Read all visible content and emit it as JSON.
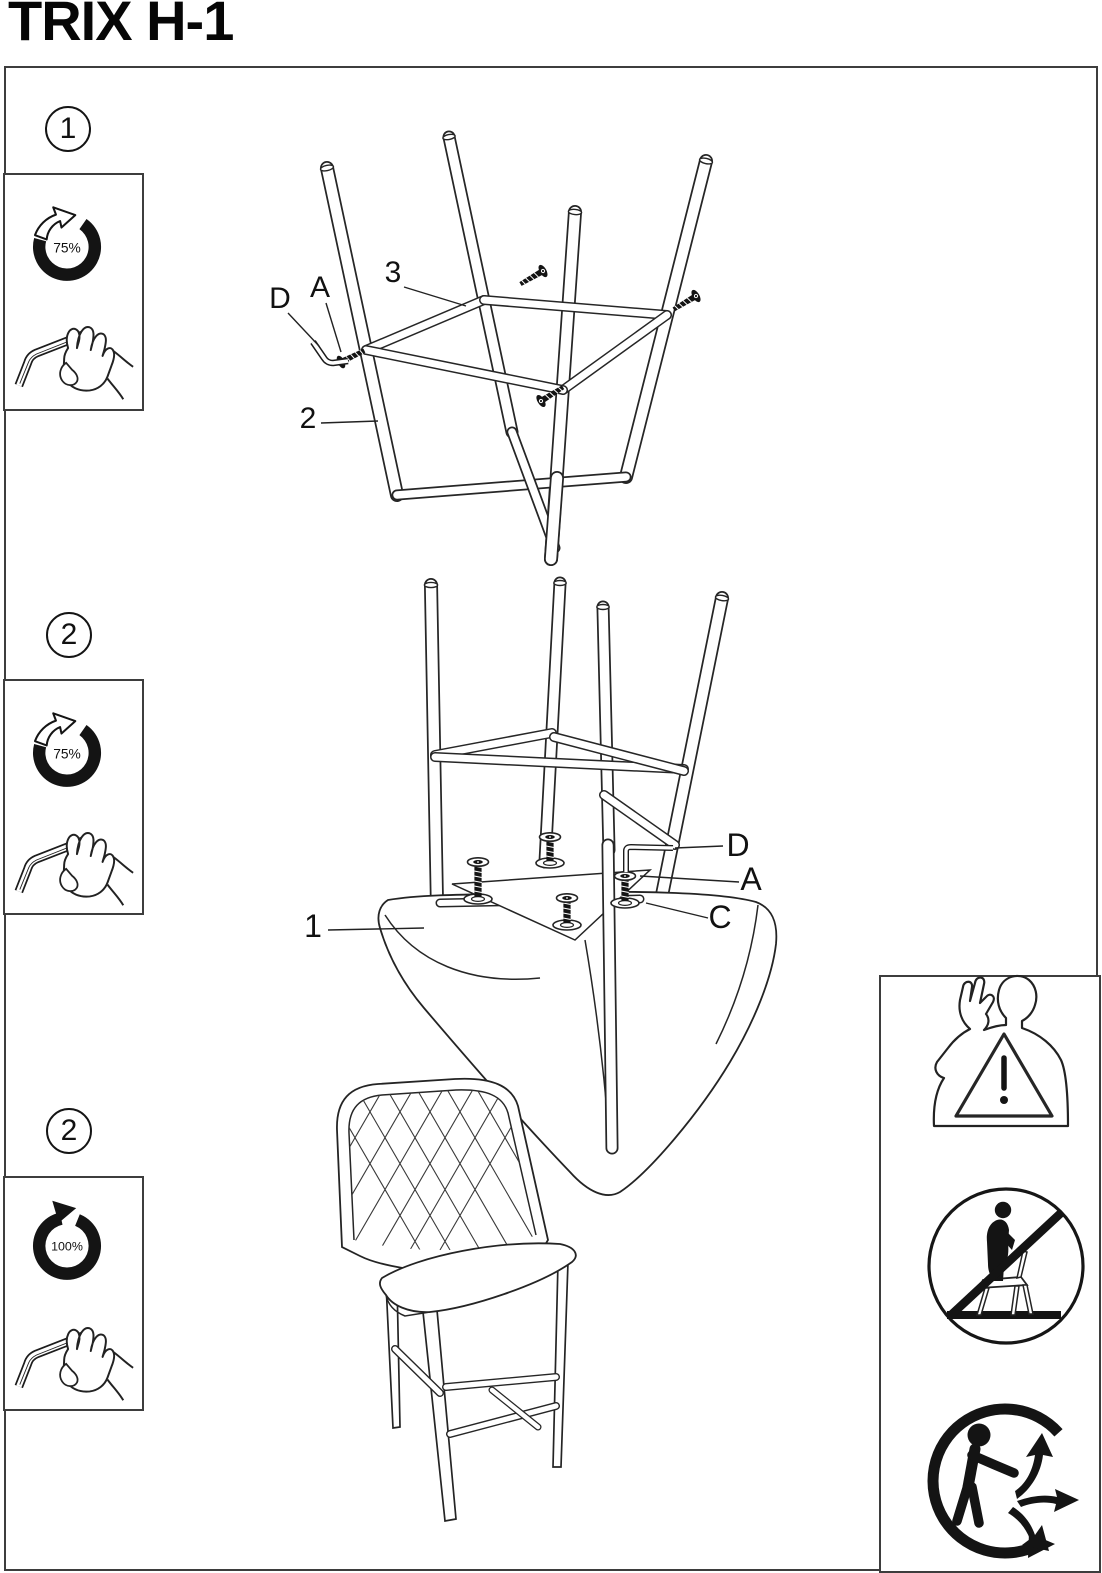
{
  "title": "TRIX H-1",
  "steps": [
    {
      "badge": "1",
      "torque_label": "75%",
      "tool": "allen-key-hand"
    },
    {
      "badge": "2",
      "torque_label": "75%",
      "tool": "allen-key-hand"
    },
    {
      "badge": "2",
      "torque_label": "100%",
      "tool": "allen-key-hand"
    }
  ],
  "diagram1": {
    "label_tool": "D",
    "label_screw": "A",
    "label_stretcher": "3",
    "label_leg": "2"
  },
  "diagram2": {
    "label_seat": "1",
    "label_tool": "D",
    "label_screw": "A",
    "label_washer": "C"
  },
  "warning_icons": [
    "read-instructions-warning",
    "do-not-stand-on-chair",
    "triman-recycling"
  ],
  "colors": {
    "line": "#1a1a1a",
    "border": "#3d3d3d",
    "background": "#ffffff"
  }
}
